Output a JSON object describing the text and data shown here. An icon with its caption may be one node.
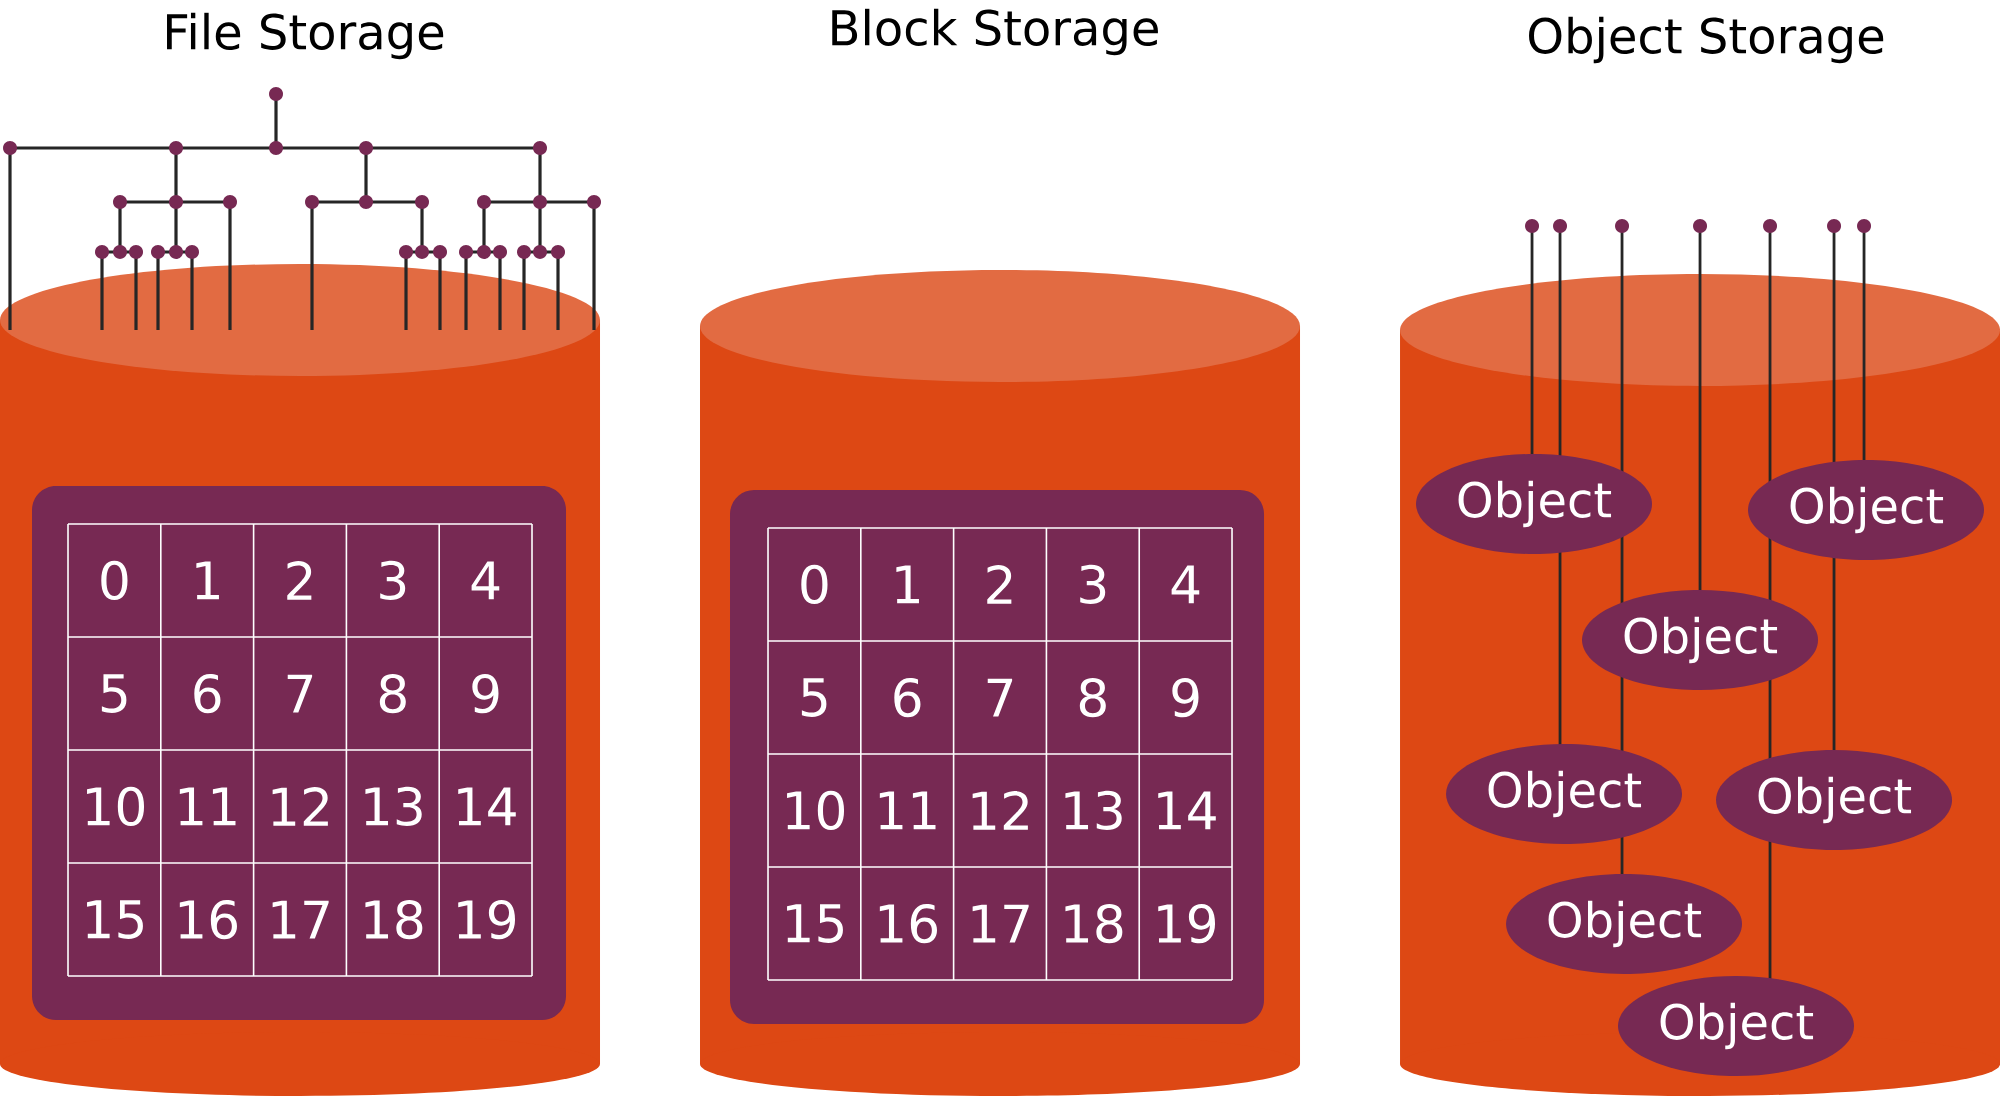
{
  "diagram": {
    "nodes": [
      {
        "text": [
          "File Storage"
        ]
      },
      {
        "text": [
          "Block Storage"
        ]
      },
      {
        "text": [
          "Object Storage"
        ]
      },
      {
        "text": [
          "Object"
        ],
        "in": 2
      },
      {
        "text": [
          "Object"
        ],
        "in": 2
      },
      {
        "text": [
          "Object"
        ],
        "in": 2
      },
      {
        "text": [
          "Object"
        ],
        "in": 2
      },
      {
        "text": [
          "Object"
        ],
        "in": 2
      },
      {
        "text": [
          "Object"
        ],
        "in": 2
      },
      {
        "text": [
          "Object"
        ],
        "in": 2
      }
    ],
    "labels": [
      "0",
      "1",
      "2",
      "3",
      "4",
      "5",
      "6",
      "7",
      "8",
      "9",
      "10",
      "11",
      "12",
      "13",
      "14",
      "15",
      "16",
      "17",
      "18",
      "19",
      "0",
      "1",
      "2",
      "3",
      "4",
      "5",
      "6",
      "7",
      "8",
      "9",
      "10",
      "11",
      "12",
      "13",
      "14",
      "15",
      "16",
      "17",
      "18",
      "19"
    ]
  }
}
